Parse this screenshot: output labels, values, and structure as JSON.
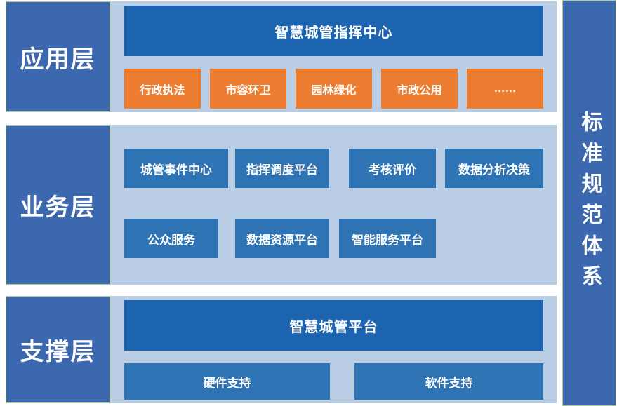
{
  "right_bar": {
    "label": "标准规范体系"
  },
  "layers": [
    {
      "name": "应用层",
      "header": "智慧城管指挥中心",
      "items": [
        "行政执法",
        "市容环卫",
        "园林绿化",
        "市政公用",
        "……"
      ]
    },
    {
      "name": "业务层",
      "rows": [
        [
          "城管事件中心",
          "指挥调度平台",
          "考核评价",
          "数据分析决策"
        ],
        [
          "公众服务",
          "数据资源平台",
          "智能服务平台"
        ]
      ]
    },
    {
      "name": "支撑层",
      "header": "智慧城管平台",
      "items": [
        "硬件支持",
        "软件支持"
      ]
    }
  ],
  "colors": {
    "band_background": "#b9cde5",
    "layer_label_blue": "#3b68ae",
    "header_bar_blue": "#1c63b0",
    "box_blue": "#2e74b5",
    "orange": "#ed7d31",
    "right_bar_blue": "#3b68ae",
    "text": "#ffffff"
  }
}
